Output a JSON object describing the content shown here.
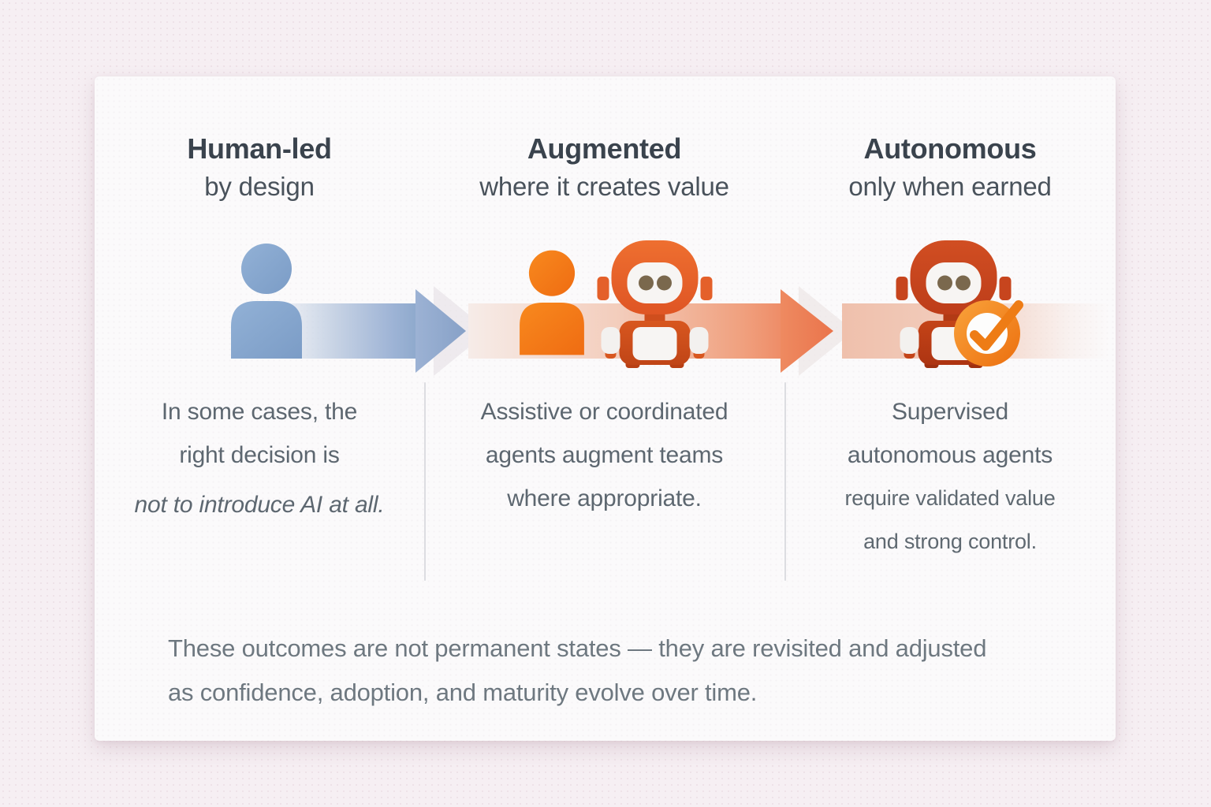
{
  "card": {
    "columns": [
      {
        "title": "Human-led",
        "subtitle": "by design",
        "body": [
          "In some cases, the",
          "right decision is",
          "not to introduce AI at all."
        ]
      },
      {
        "title": "Augmented",
        "subtitle": "where it creates value",
        "body": [
          "Assistive or coordinated",
          "agents augment teams",
          "where appropriate."
        ]
      },
      {
        "title": "Autonomous",
        "subtitle": "only when earned",
        "body": [
          "Supervised",
          "autonomous agents",
          "require validated value",
          "and strong control."
        ]
      }
    ],
    "footer": {
      "line1": "These outcomes are not permanent states — they are revisited and adjusted",
      "line2": "as confidence, adoption, and maturity evolve over time."
    }
  },
  "icons": {
    "human_blue": "human-figure-icon",
    "human_orange": "human-figure-icon",
    "robot_orange": "robot-icon",
    "robot_red": "robot-icon",
    "check_badge": "checkmark-badge-icon",
    "arrow_blue": "flow-arrow-icon",
    "arrow_red": "flow-arrow-icon"
  },
  "colors": {
    "page_bg": "#f6eff3",
    "card_bg": "#fbfafb",
    "heading_text": "#3a434d",
    "subtitle_text": "#49525b",
    "body_text": "#5d6770",
    "footer_text": "#6e7880",
    "human_blue": "#84a6cf",
    "human_orange": "#f5791d",
    "robot_orange": "#e7632c",
    "robot_red": "#c7451e",
    "badge_orange": "#ef7d17",
    "arrow_blue": "#8faacd",
    "arrow_red": "#ec7a52",
    "divider": "#dcdde1"
  }
}
